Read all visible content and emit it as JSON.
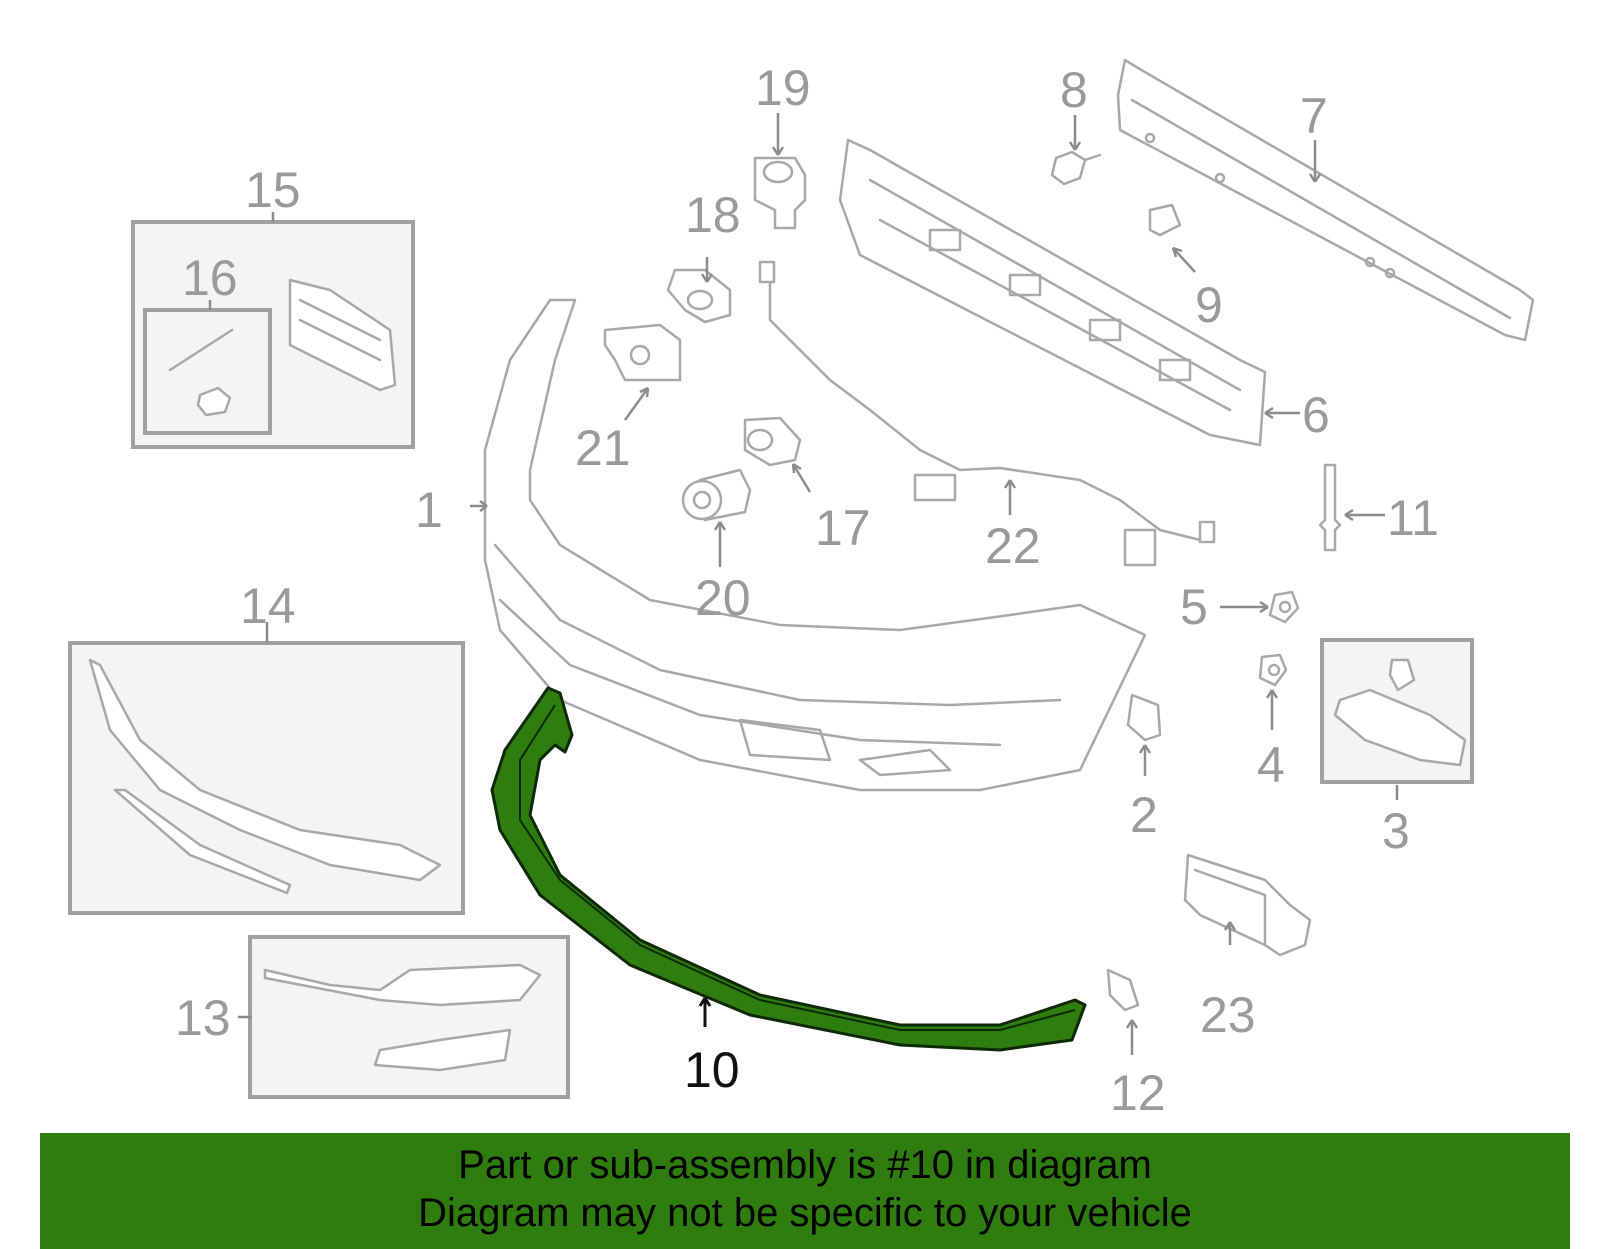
{
  "callouts": {
    "c1": "1",
    "c2": "2",
    "c3": "3",
    "c4": "4",
    "c5": "5",
    "c6": "6",
    "c7": "7",
    "c8": "8",
    "c9": "9",
    "c10": "10",
    "c11": "11",
    "c12": "12",
    "c13": "13",
    "c14": "14",
    "c15": "15",
    "c16": "16",
    "c17": "17",
    "c18": "18",
    "c19": "19",
    "c20": "20",
    "c21": "21",
    "c22": "22",
    "c23": "23"
  },
  "highlight": {
    "part_number": "10",
    "color": "#2e7d0e"
  },
  "banner": {
    "line1": "Part or sub-assembly is #10 in diagram",
    "line2": "Diagram may not be specific to your vehicle"
  }
}
